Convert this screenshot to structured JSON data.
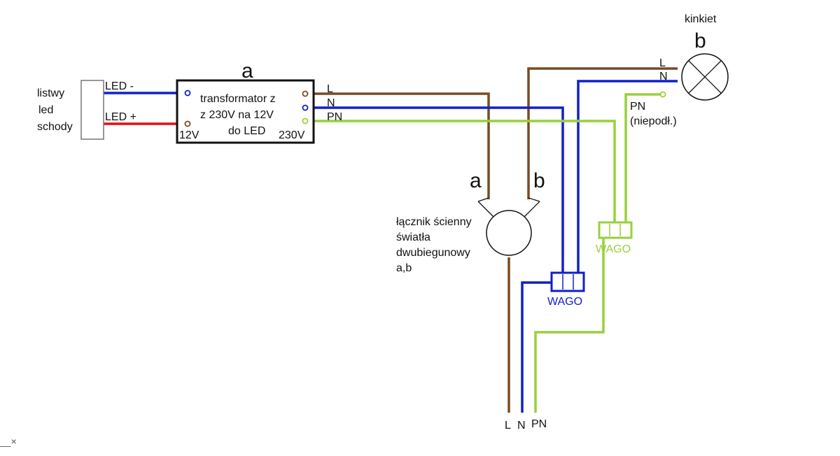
{
  "colors": {
    "brown": "#7a4a22",
    "blue": "#1020c8",
    "green": "#98d03c",
    "red": "#e01010",
    "black": "#111111",
    "gray": "#777777"
  },
  "led_strip": {
    "label_line1": "listwy",
    "label_line2": "led",
    "label_line3": "schody",
    "led_minus": "LED -",
    "led_plus": "LED +"
  },
  "transformer": {
    "letter": "a",
    "line1": "transformator z",
    "line2": "z 230V na 12V",
    "line3": "do LED",
    "low_voltage": "12V",
    "high_voltage": "230V",
    "term_l": "L",
    "term_n": "N",
    "term_pn": "PN"
  },
  "switch": {
    "letter_a": "a",
    "letter_b": "b",
    "line1": "łącznik ścienny",
    "line2": "światła",
    "line3": "dwubiegunowy",
    "line4": "a,b"
  },
  "lamp": {
    "title": "kinkiet",
    "letter": "b",
    "term_l": "L",
    "term_n": "N",
    "pn_line1": "PN",
    "pn_line2": "(niepodł.)"
  },
  "wago_blue": {
    "label": "WAGO"
  },
  "wago_green": {
    "label": "WAGO"
  },
  "supply": {
    "l": "L",
    "n": "N",
    "pn": "PN"
  },
  "corner_mark": "__×"
}
